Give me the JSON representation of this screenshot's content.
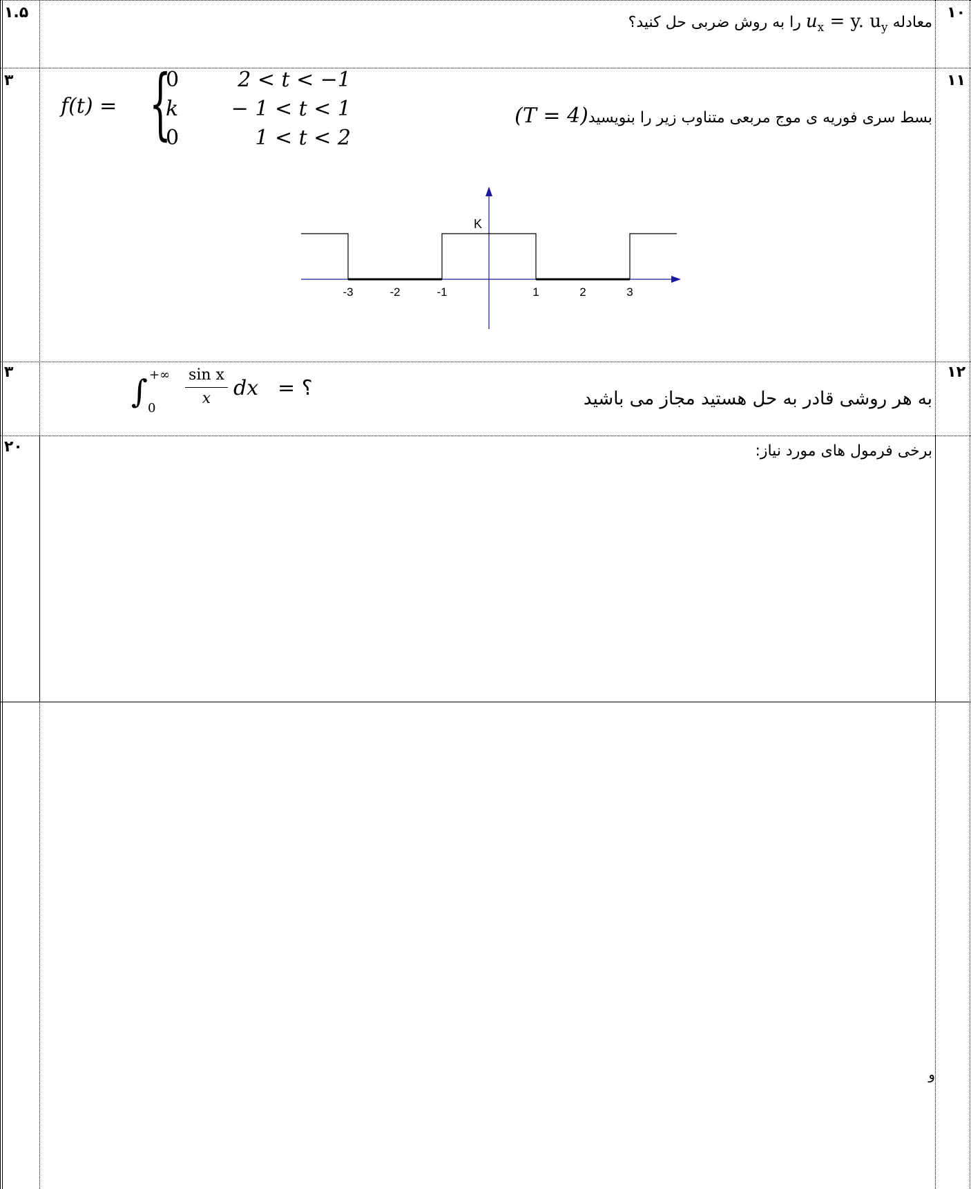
{
  "questions": [
    {
      "number": "۱۰",
      "score": "۱.۵",
      "text_before": "معادله",
      "equation": {
        "lhs": "u",
        "lhs_sub": "x",
        "op": " = ",
        "rhs_a": "y",
        "dot": ". ",
        "rhs_b": "u",
        "rhs_sub": "y"
      },
      "text_after": "را به روش ضربی حل کنید؟"
    },
    {
      "number": "۱۱",
      "score": "۳",
      "text": "بسط سری فوریه ی موج مربعی متناوب زیر را بنویسید",
      "period": "(T = 4)",
      "function_name": "f(t) =",
      "pieces": [
        {
          "value": "0",
          "condition": "2 < t < −1"
        },
        {
          "value": "k",
          "condition": "− 1 < t < 1"
        },
        {
          "value": "0",
          "condition": "1 < t < 2"
        }
      ]
    },
    {
      "number": "۱۲",
      "score": "۳",
      "text": "به هر روشی قادر به حل هستید مجاز می باشید",
      "integral": {
        "lower": "0",
        "upper": "+∞",
        "numerator": "sin x",
        "denominator": "x",
        "dx": "dx",
        "equals": "= ؟"
      }
    },
    {
      "number": "",
      "score": "۲۰",
      "text": "برخی فرمول های مورد نیاز:"
    }
  ],
  "stray_char": "و",
  "chart_data": {
    "type": "line",
    "title": "",
    "xlabel": "",
    "ylabel": "",
    "amplitude_label": "K",
    "x_tick_labels": [
      "-3",
      "-2",
      "-1",
      "1",
      "2",
      "3"
    ],
    "xlim": [
      -4,
      4
    ],
    "ylim": [
      -1,
      1.1
    ],
    "series": [
      {
        "x": [
          -4,
          -3,
          -3,
          -1,
          -1,
          1,
          1,
          3,
          3,
          4
        ],
        "y": [
          1,
          1,
          0,
          0,
          1,
          1,
          0,
          0,
          1,
          1
        ]
      }
    ],
    "axis_color": "#1a1a9a"
  }
}
